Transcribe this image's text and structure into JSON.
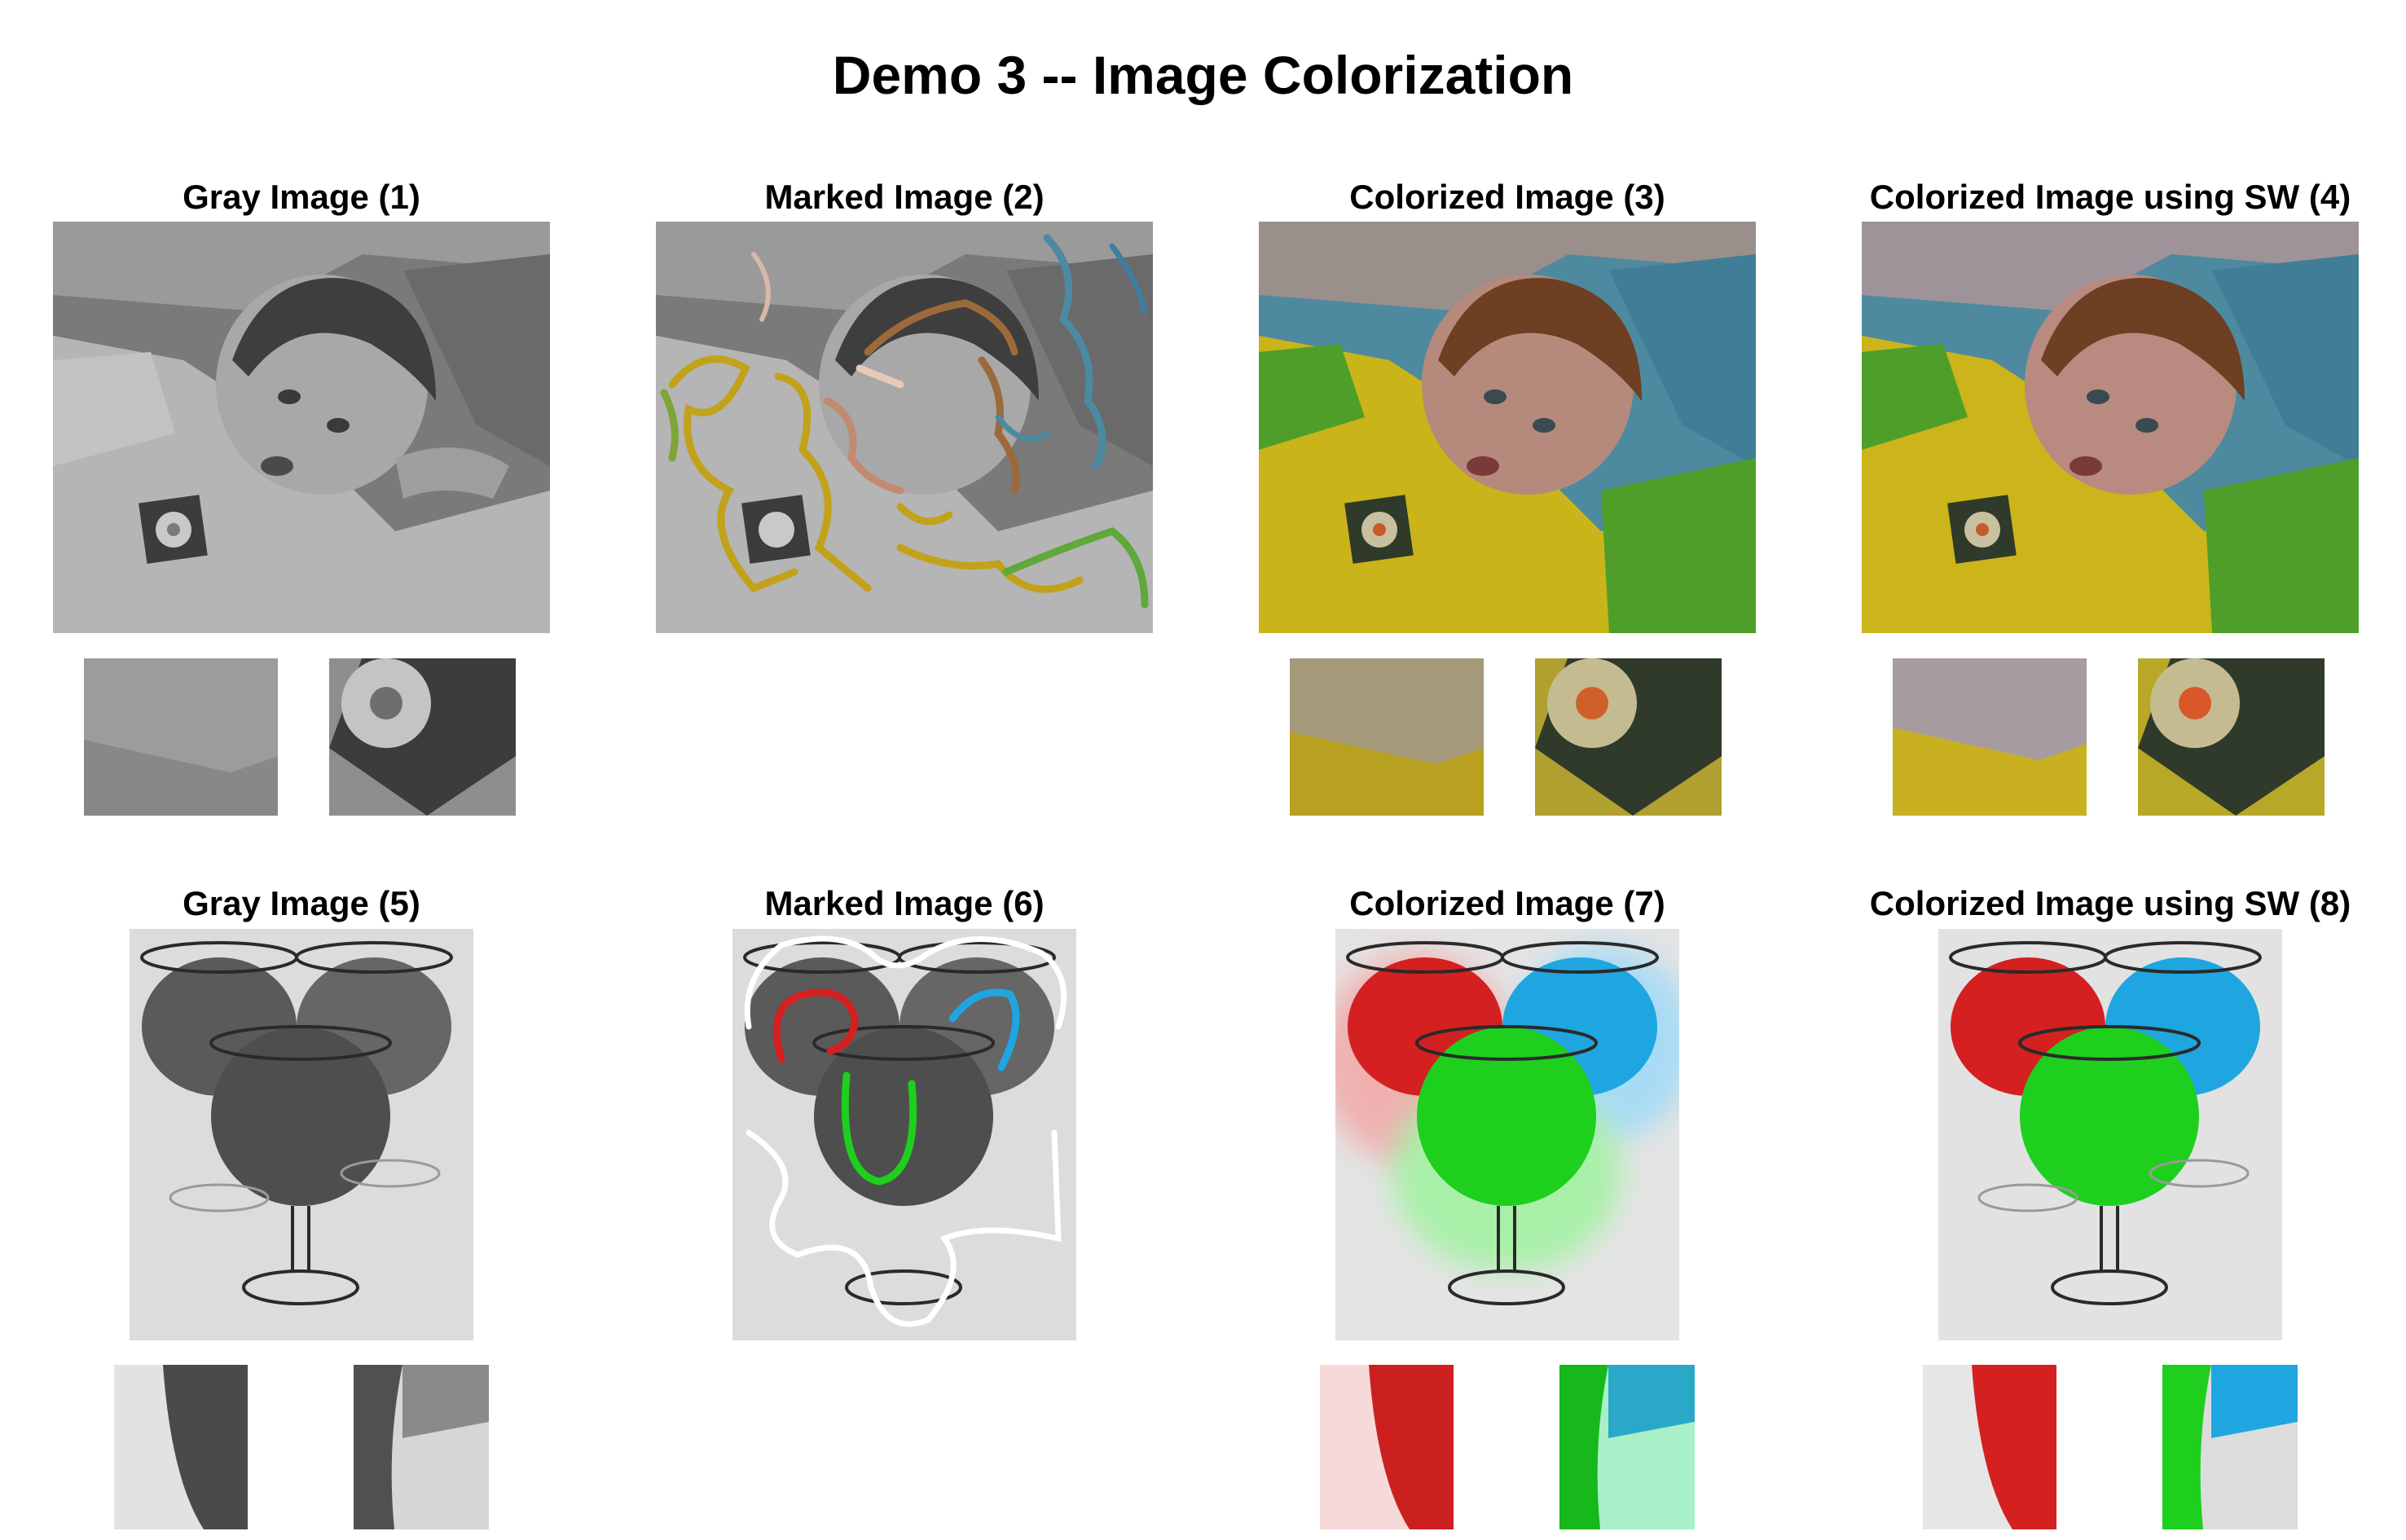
{
  "figure_title": "Demo 3 -- Image Colorization",
  "panels": [
    {
      "title": "Gray Image (1)"
    },
    {
      "title": "Marked Image (2)"
    },
    {
      "title": "Colorized Image (3)"
    },
    {
      "title": "Colorized Image using SW (4)"
    },
    {
      "title": "Gray Image (5)"
    },
    {
      "title": "Marked Image (6)"
    },
    {
      "title": "Colorized Image (7)"
    },
    {
      "title": "Colorized Image using SW (8)"
    }
  ],
  "colors": {
    "shirt_yellow": "#c9b41a",
    "sleeve_green": "#4f9e2a",
    "pillow_teal": "#4d8aa0",
    "skin": "#b58a7c",
    "hair": "#6e3f22",
    "glass_red": "#d42020",
    "glass_blue": "#1fa6e0",
    "glass_green": "#1ecf1e",
    "scribble_white": "#ffffff"
  }
}
